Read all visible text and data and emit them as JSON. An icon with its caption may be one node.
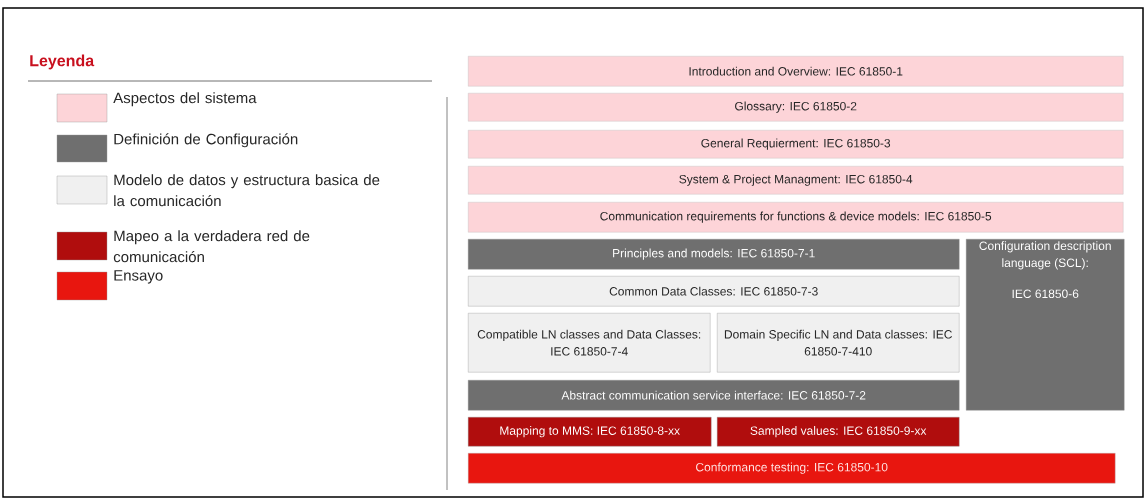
{
  "diagram": {
    "title": "Leyenda",
    "nodes": [
      {
        "text": [
          "Introduction and Overview: IEC 61850-1"
        ]
      },
      {
        "text": [
          "Glossary: IEC 61850-2"
        ]
      },
      {
        "text": [
          "General Requierment: IEC 61850-3"
        ]
      },
      {
        "text": [
          "System & Project Managment: IEC 61850-4"
        ]
      },
      {
        "text": [
          "Communication requirements for functions & device models: IEC 61850-5"
        ]
      },
      {
        "text": [
          "Principles and models: IEC 61850-7-1"
        ]
      },
      {
        "text": [
          "Common Data Classes: IEC 61850-7-3"
        ]
      },
      {
        "text": [
          "Compatible LN classes and Data Classes: IEC 61850-7-4"
        ]
      },
      {
        "text": [
          "Domain Specific LN and Data classes: IEC 61850-7-410"
        ]
      },
      {
        "text": [
          "Abstract communication service interface: IEC 61850-7-2"
        ]
      },
      {
        "text": [
          "Mapping to MMS: IEC 61850-8-xx"
        ]
      },
      {
        "text": [
          "Sampled values: IEC 61850-9-xx"
        ]
      },
      {
        "text": [
          "Conformance testing: IEC 61850-10"
        ]
      },
      {
        "text": [
          "Configuration description language (SCL):",
          "IEC 61850-6"
        ]
      }
    ],
    "legend": [
      {
        "text": "Aspectos del sistema",
        "color": "#fdd4d8"
      },
      {
        "text": "Definición de Configuración",
        "color": "#6f6f6f"
      },
      {
        "text": "Modelo de datos y estructura basica de la comunicación",
        "color": "#f0f0f0"
      },
      {
        "text": "Mapeo a la verdadera red de comunicación",
        "color": "#b00d0d"
      },
      {
        "text": "Ensayo",
        "color": "#e8160f"
      }
    ]
  }
}
